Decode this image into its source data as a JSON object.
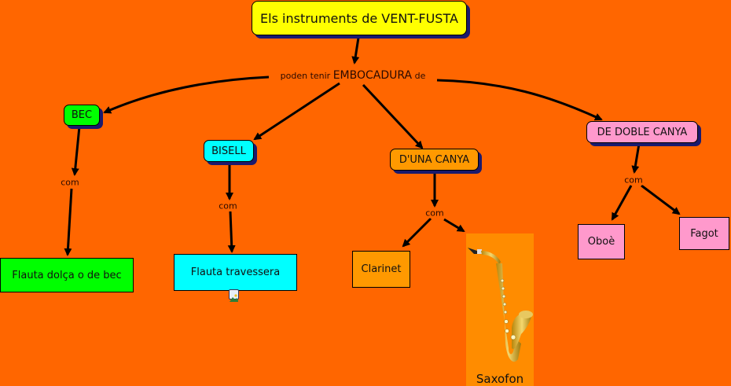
{
  "colors": {
    "background": "#ff6600",
    "title_fill": "#ffff00",
    "bec_fill": "#00ff00",
    "bisell_fill": "#00ffff",
    "una_canya_fill": "#ff9900",
    "doble_canya_fill": "#ff99cc",
    "shadow": "#1a1a6e"
  },
  "title": "Els instruments de VENT-FUSTA",
  "linking": {
    "prefix": "poden tenir",
    "main": "EMBOCADURA",
    "suffix": "de"
  },
  "categories": [
    {
      "id": "bec",
      "label": "BEC"
    },
    {
      "id": "bisell",
      "label": "BISELL"
    },
    {
      "id": "una",
      "label": "D'UNA CANYA"
    },
    {
      "id": "doble",
      "label": "DE DOBLE CANYA"
    }
  ],
  "link_word": "com",
  "instruments": {
    "flauta_dolca": "Flauta dolça o de bec",
    "flauta_travessera": "Flauta travessera",
    "clarinet": "Clarinet",
    "saxofon": "Saxofon",
    "oboe": "Oboè",
    "fagot": "Fagot"
  },
  "icons": {
    "image_attachment": "image-icon",
    "saxophone": "saxophone-image"
  }
}
